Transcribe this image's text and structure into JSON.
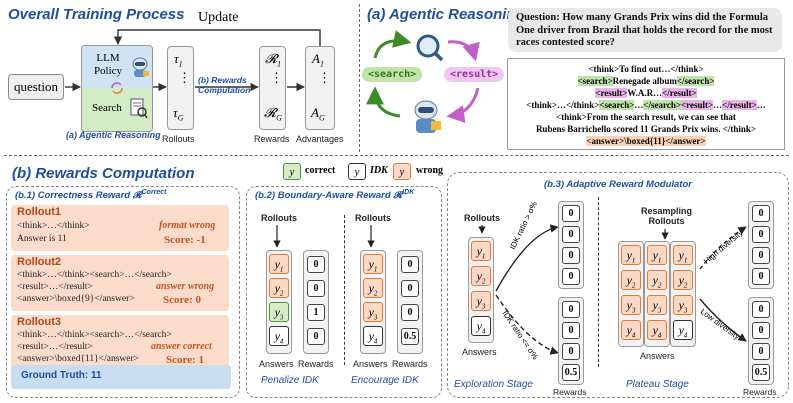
{
  "top": {
    "overall_title": "Overall Training Process",
    "update_label": "Update",
    "question_label": "question",
    "llm_policy_label": "LLM Policy",
    "search_label": "Search",
    "agentic_reasoning_caption": "(a)  Agentic Reasoning",
    "tau_top": "τ",
    "tau_top_sub": "1",
    "tau_bottom": "τ",
    "tau_bottom_sub": "G",
    "rollouts_label": "Rollouts",
    "rewards_computation_caption": "(b) Rewards Computation",
    "r_top": "𝓡",
    "r_top_sub": "1",
    "r_bottom": "𝓡",
    "r_bottom_sub": "G",
    "rewards_label": "Rewards",
    "a_top": "A",
    "a_top_sub": "1",
    "a_bottom": "A",
    "a_bottom_sub": "G",
    "advantages_label": "Advantages"
  },
  "agentic": {
    "title": "(a)  Agentic Reasoning",
    "search_pill": "<search>",
    "result_pill": "<result>",
    "question_prefix": "Question:",
    "question_text": "How many Grands Prix wins did the Formula One driver from Brazil that holds the record for the most races contested score?",
    "trace": {
      "line1": "<think>To find out…</think>",
      "line2_a": "<search>",
      "line2_b": "Renegade album",
      "line2_c": "</search>",
      "line3_a": "<result>",
      "line3_b": "W.A.R…",
      "line3_c": "</result>",
      "line4_a": "<think>…</think>",
      "line4_b": "<search>",
      "line4_c": "…",
      "line4_d": "</search>",
      "line4_e": "<result>",
      "line4_f": "…",
      "line4_g": "</result>",
      "line4_h": "…",
      "line5": "<think>From the search result, we can see that",
      "line6": "Rubens Barrichello scored 11 Grands Prix wins. </think>",
      "line7_a": "<answer>",
      "line7_b": "\\boxed{11}",
      "line7_c": "</answer>"
    }
  },
  "rewards": {
    "title": "(b)  Rewards Computation",
    "legend": [
      {
        "glyph": "y",
        "label": "correct",
        "style": "green"
      },
      {
        "glyph": "y",
        "label": "IDK",
        "style": "white"
      },
      {
        "glyph": "y",
        "label": "wrong",
        "style": "orange"
      }
    ],
    "b1_title": "(b.1) Correctness Reward  𝓡",
    "b1_sup": "Correct",
    "rollout1": {
      "title": "Rollout1",
      "line1": "<think>…</think>",
      "line2": "Answer is 11",
      "note": "format wrong",
      "score": "Score: -1"
    },
    "rollout2": {
      "title": "Rollout2",
      "line1": "<think>…</think><search>…</search>",
      "line2": "<result>…</result>",
      "line3": "<answer>\\boxed{9}</answer>",
      "note": "answer wrong",
      "score": "Score: 0"
    },
    "rollout3": {
      "title": "Rollout3",
      "line1": "<think>…</think><search>…</search>",
      "line2": "<result>…</result>",
      "line3": "<answer>\\boxed{11}</answer>",
      "note": "answer correct",
      "score": "Score: 1"
    },
    "ground_truth": "Ground Truth: 11",
    "b2_title": "(b.2) Boundary-Aware Reward  𝓡",
    "b2_sup": "IDK",
    "b2_rollouts_left": "Rollouts",
    "b2_rollouts_right": "Rollouts",
    "b2_left_answers": [
      {
        "glyph": "y",
        "sub": "1",
        "style": "orange"
      },
      {
        "glyph": "y",
        "sub": "2",
        "style": "orange"
      },
      {
        "glyph": "y",
        "sub": "3",
        "style": "green"
      },
      {
        "glyph": "y",
        "sub": "4",
        "style": "white"
      }
    ],
    "b2_left_rewards": [
      "0",
      "0",
      "1",
      "0"
    ],
    "b2_right_answers": [
      {
        "glyph": "y",
        "sub": "1",
        "style": "orange"
      },
      {
        "glyph": "y",
        "sub": "2",
        "style": "orange"
      },
      {
        "glyph": "y",
        "sub": "3",
        "style": "orange"
      },
      {
        "glyph": "y",
        "sub": "4",
        "style": "white"
      }
    ],
    "b2_right_rewards": [
      "0",
      "0",
      "0",
      "0.5"
    ],
    "answers_label": "Answers",
    "rewards_label": "Rewards",
    "penalize_label": "Penalize IDK",
    "encourage_label": "Encourage IDK",
    "b3_title": "(b.3) Adaptive Reward Modulator",
    "b3_rollouts": "Rollouts",
    "b3_resampling": "Resampling\nRollouts",
    "b3_idk_high": "IDK ratio > σ%",
    "b3_idk_low": "IDK ratio <= σ%",
    "b3_left_answers": [
      {
        "glyph": "y",
        "sub": "1",
        "style": "orange"
      },
      {
        "glyph": "y",
        "sub": "2",
        "style": "orange"
      },
      {
        "glyph": "y",
        "sub": "3",
        "style": "orange"
      },
      {
        "glyph": "y",
        "sub": "4",
        "style": "white"
      }
    ],
    "b3_upper_rewards": [
      "0",
      "0",
      "0",
      "0"
    ],
    "b3_lower_rewards": [
      "0",
      "0",
      "0",
      "0.5"
    ],
    "b3_plateau_answers_col1": [
      {
        "glyph": "y",
        "sub": "1",
        "style": "orange"
      },
      {
        "glyph": "y",
        "sub": "2",
        "style": "orange"
      },
      {
        "glyph": "y",
        "sub": "3",
        "style": "orange"
      },
      {
        "glyph": "y",
        "sub": "4",
        "style": "orange"
      }
    ],
    "b3_plateau_answers_col2": [
      {
        "glyph": "y",
        "sub": "1",
        "style": "orange"
      },
      {
        "glyph": "y",
        "sub": "2",
        "style": "orange"
      },
      {
        "glyph": "y",
        "sub": "3",
        "style": "orange"
      },
      {
        "glyph": "y",
        "sub": "4",
        "style": "white"
      }
    ],
    "b3_high_div": "High diversity",
    "b3_low_div": "Low diversity",
    "b3_high_rewards": [
      "0",
      "0",
      "0",
      "0"
    ],
    "b3_low_rewards": [
      "0",
      "0",
      "0",
      "0.5"
    ],
    "exploration_label": "Exploration Stage",
    "plateau_label": "Plateau Stage"
  }
}
